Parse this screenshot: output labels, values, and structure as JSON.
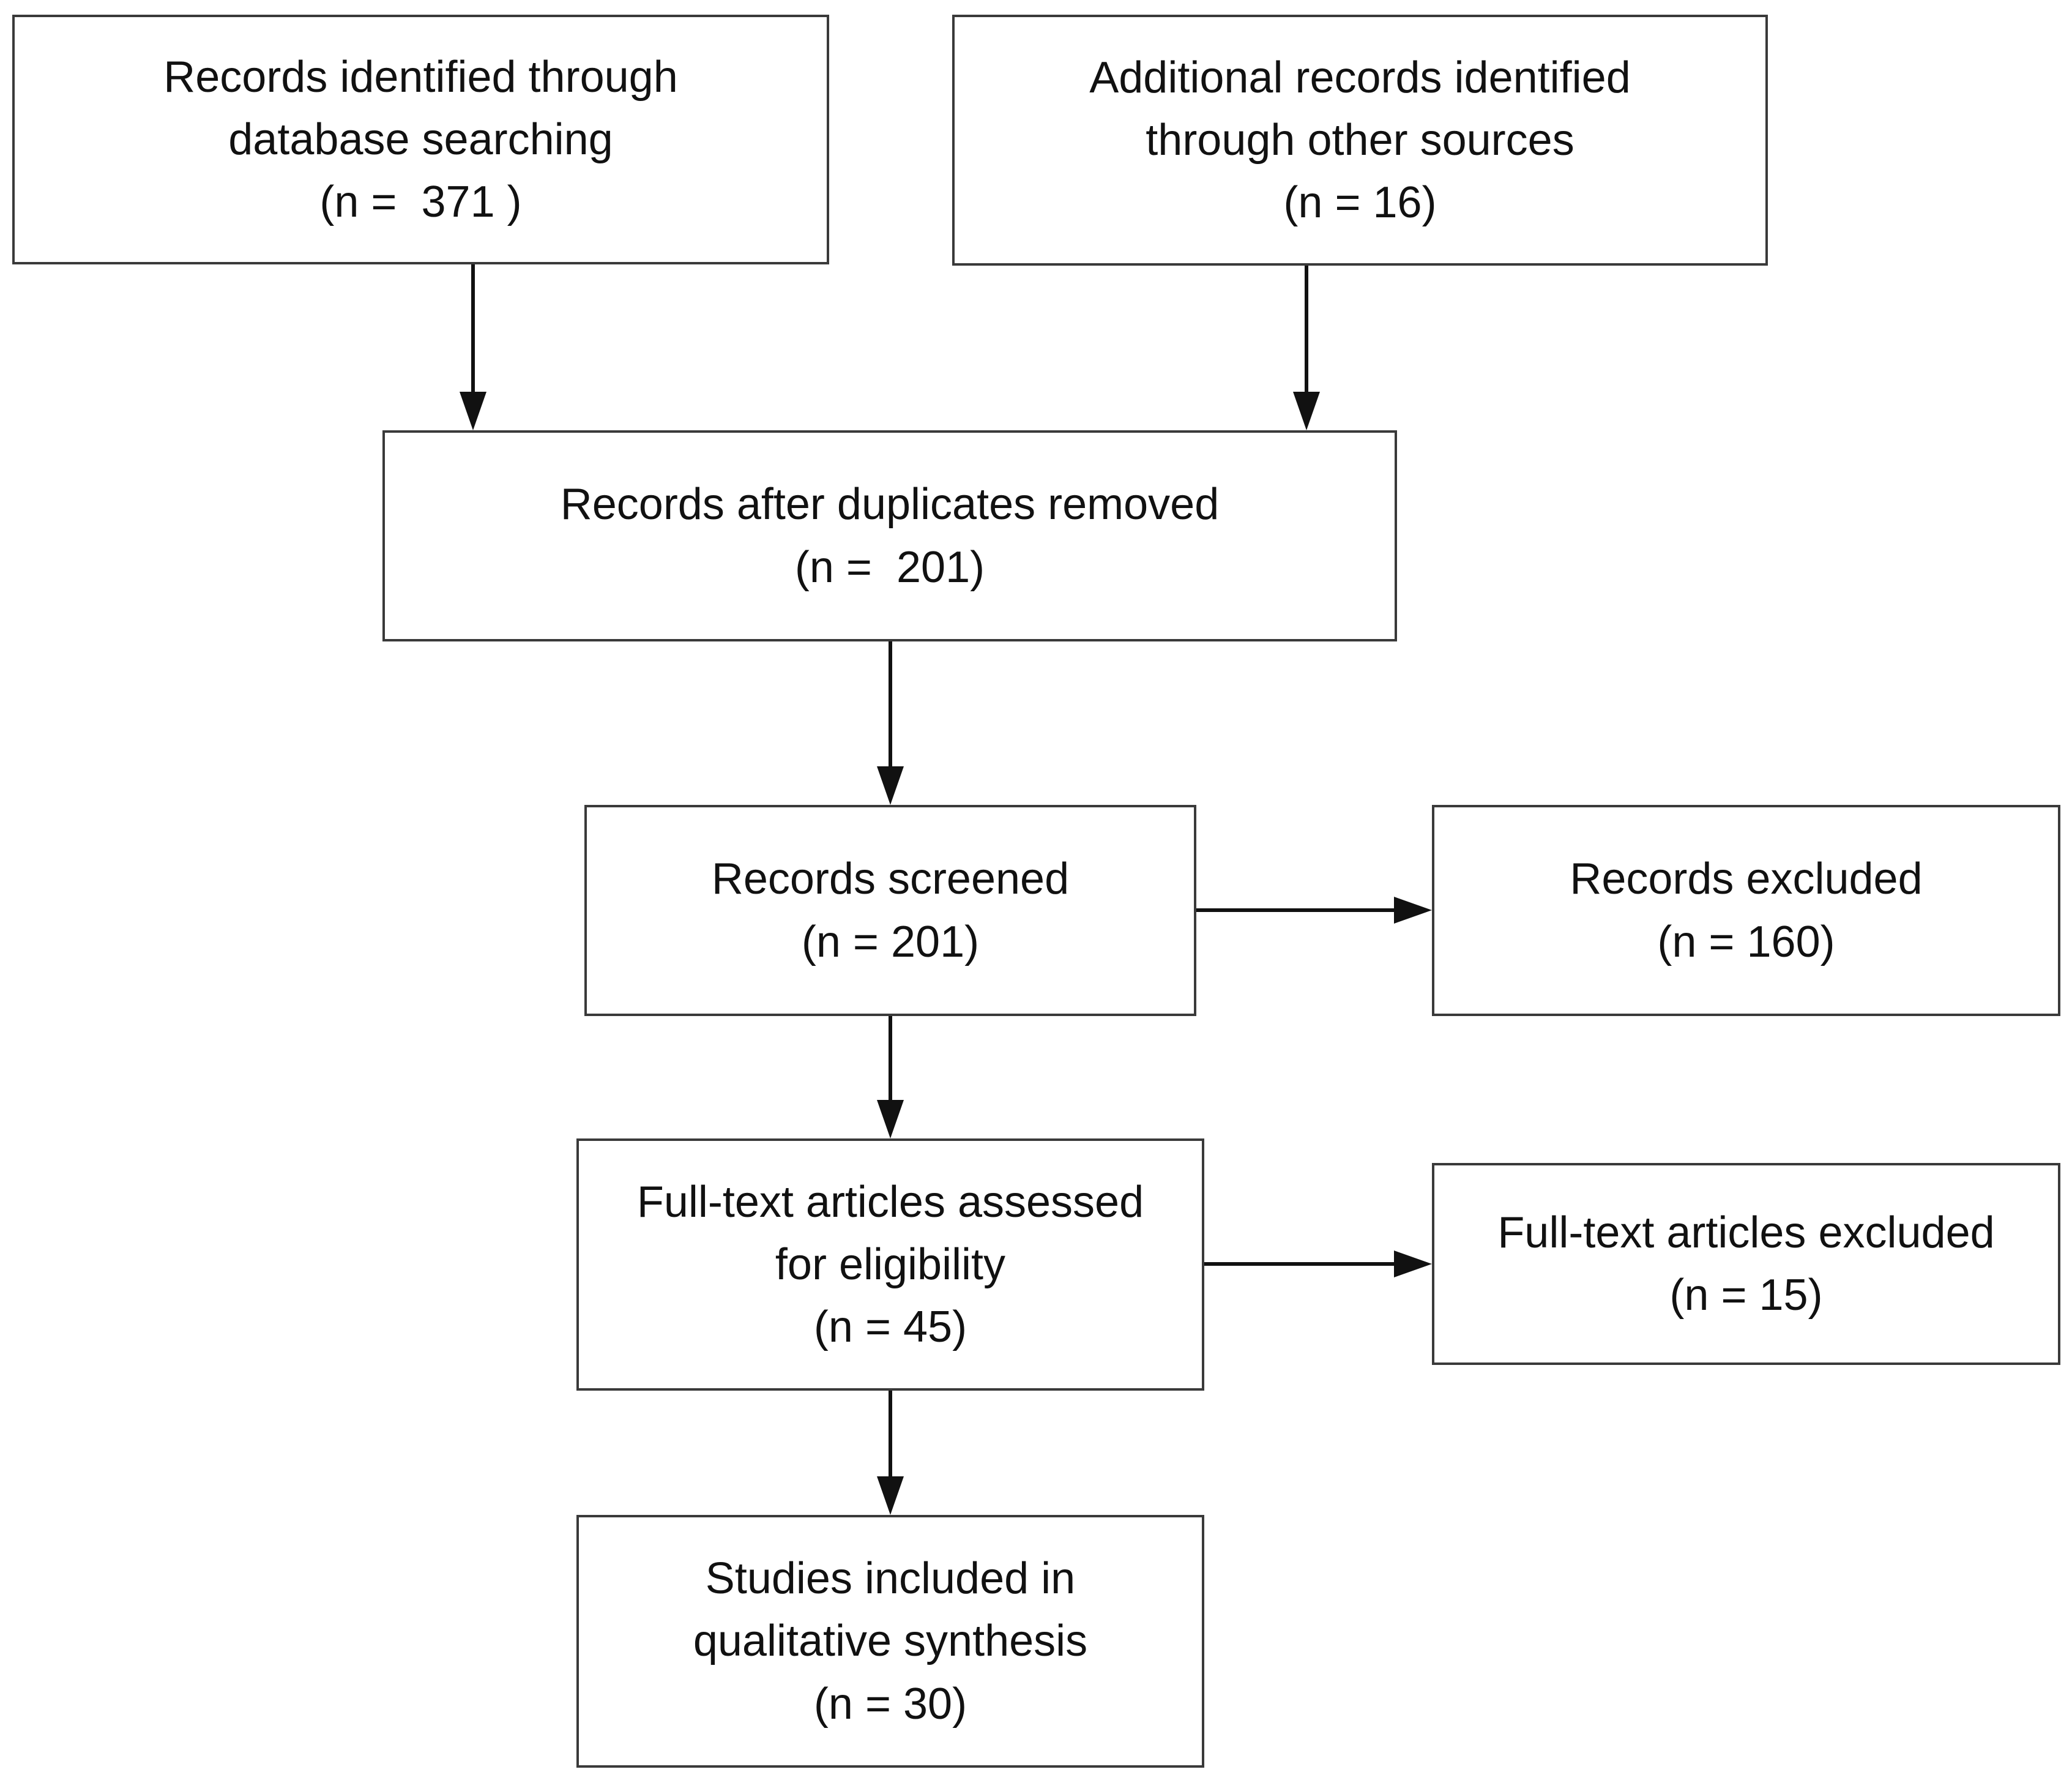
{
  "boxes": {
    "database": {
      "lines": [
        "Records identified through",
        "database searching",
        "(n =  371 )"
      ]
    },
    "other": {
      "lines": [
        "Additional records identified",
        "through other sources",
        "(n = 16)"
      ]
    },
    "duplicates": {
      "lines": [
        "Records after duplicates removed",
        "(n =  201)"
      ]
    },
    "screened": {
      "lines": [
        "Records screened",
        "(n = 201)"
      ]
    },
    "excluded": {
      "lines": [
        "Records excluded",
        "(n = 160)"
      ]
    },
    "fulltext": {
      "lines": [
        "Full-text articles assessed",
        "for eligibility",
        "(n = 45)"
      ]
    },
    "ftexcluded": {
      "lines": [
        "Full-text articles excluded",
        "(n = 15)"
      ]
    },
    "included": {
      "lines": [
        "Studies included in",
        "qualitative synthesis",
        "(n = 30)"
      ]
    }
  },
  "colors": {
    "border": "#3a3a3a",
    "arrow": "#111111",
    "text": "#111111",
    "background": "#ffffff"
  }
}
